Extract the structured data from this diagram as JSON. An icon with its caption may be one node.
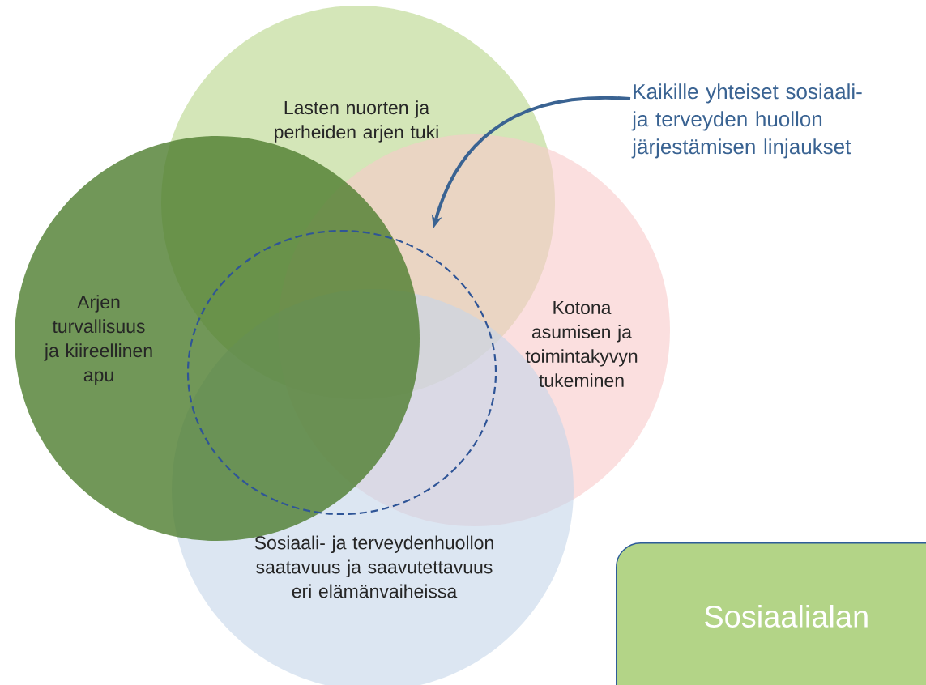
{
  "diagram": {
    "nodes": [
      {
        "text": [
          "Lasten nuorten ja perheiden arjen tuki"
        ]
      },
      {
        "text": [
          "Arjen turvallisuus ja kiireellinen apu"
        ]
      },
      {
        "text": [
          "Kotona asumisen ja toimintakyvyn tukeminen"
        ]
      },
      {
        "text": [
          "Sosiaali- ja terveydenhuollon saatavuus ja saavutettavuus eri elämänvaiheissa"
        ]
      },
      {
        "text": [],
        "shape": "circle"
      },
      {
        "text": [
          "Kaikille yhteiset sosiaali- ja terveyden huollon järjestämisen linjaukset"
        ]
      },
      {
        "text": [
          "Sosiaalialan"
        ]
      }
    ],
    "edges": [
      {
        "from": 5,
        "to": 4,
        "arrow": "to"
      }
    ]
  }
}
